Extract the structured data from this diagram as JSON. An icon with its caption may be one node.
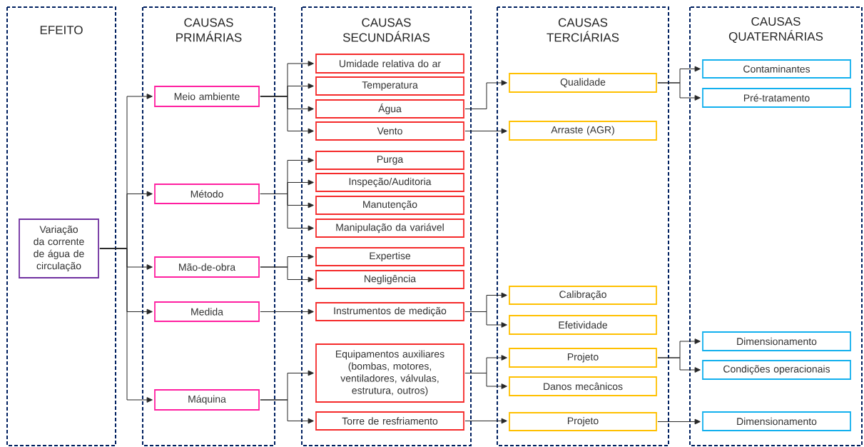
{
  "diagram": {
    "nodes": [
      {
        "text": [
          "EFEITO"
        ]
      },
      {
        "text": [
          "CAUSAS PRIMÁRIAS"
        ]
      },
      {
        "text": [
          "CAUSAS SECUNDÁRIAS"
        ]
      },
      {
        "text": [
          "CAUSAS TERCIÁRIAS"
        ]
      },
      {
        "text": [
          "CAUSAS QUATERNÁRIAS"
        ]
      },
      {
        "text": [
          "Variação da corrente de água de circulação"
        ],
        "in": 0
      },
      {
        "text": [
          "Meio ambiente"
        ],
        "in": 1
      },
      {
        "text": [
          "Método"
        ],
        "in": 1
      },
      {
        "text": [
          "Mão-de-obra"
        ],
        "in": 1
      },
      {
        "text": [
          "Medida"
        ],
        "in": 1
      },
      {
        "text": [
          "Máquina"
        ],
        "in": 1
      },
      {
        "text": [
          "Umidade relativa do ar"
        ],
        "in": 2
      },
      {
        "text": [
          "Temperatura"
        ],
        "in": 2
      },
      {
        "text": [
          "Água"
        ],
        "in": 2
      },
      {
        "text": [
          "Vento"
        ],
        "in": 2
      },
      {
        "text": [
          "Purga"
        ],
        "in": 2
      },
      {
        "text": [
          "Inspeção/Auditoria"
        ],
        "in": 2
      },
      {
        "text": [
          "Manutenção"
        ],
        "in": 2
      },
      {
        "text": [
          "Manipulação da variável"
        ],
        "in": 2
      },
      {
        "text": [
          "Expertise"
        ],
        "in": 2
      },
      {
        "text": [
          "Negligência"
        ],
        "in": 2
      },
      {
        "text": [
          "Instrumentos de medição"
        ],
        "in": 2
      },
      {
        "text": [
          "Equipamentos auxiliares (bombas, motores, ventiladores, válvulas, estrutura, outros)"
        ],
        "in": 2
      },
      {
        "text": [
          "Torre de resfriamento"
        ],
        "in": 2
      },
      {
        "text": [
          "Qualidade"
        ],
        "in": 3
      },
      {
        "text": [
          "Arraste (AGR)"
        ],
        "in": 3
      },
      {
        "text": [
          "Calibração"
        ],
        "in": 3
      },
      {
        "text": [
          "Efetividade"
        ],
        "in": 3
      },
      {
        "text": [
          "Projeto"
        ],
        "in": 3
      },
      {
        "text": [
          "Danos mecânicos"
        ],
        "in": 3
      },
      {
        "text": [
          "Projeto"
        ],
        "in": 3
      },
      {
        "text": [
          "Contaminantes"
        ],
        "in": 4
      },
      {
        "text": [
          "Pré-tratamento"
        ],
        "in": 4
      },
      {
        "text": [
          "Dimensionamento"
        ],
        "in": 4
      },
      {
        "text": [
          "Condições operacionais"
        ],
        "in": 4
      },
      {
        "text": [
          "Dimensionamento"
        ],
        "in": 4
      }
    ],
    "edges": [
      {
        "from": 5,
        "to": 6,
        "arrow": "to"
      },
      {
        "from": 5,
        "to": 7,
        "arrow": "to"
      },
      {
        "from": 5,
        "to": 8,
        "arrow": "to"
      },
      {
        "from": 5,
        "to": 9,
        "arrow": "to"
      },
      {
        "from": 5,
        "to": 10,
        "arrow": "to"
      },
      {
        "from": 6,
        "to": 11,
        "arrow": "to"
      },
      {
        "from": 6,
        "to": 12,
        "arrow": "to"
      },
      {
        "from": 6,
        "to": 13,
        "arrow": "to"
      },
      {
        "from": 6,
        "to": 14,
        "arrow": "to"
      },
      {
        "from": 7,
        "to": 15,
        "arrow": "to"
      },
      {
        "from": 7,
        "to": 16,
        "arrow": "to"
      },
      {
        "from": 7,
        "to": 17,
        "arrow": "to"
      },
      {
        "from": 7,
        "to": 18,
        "arrow": "to"
      },
      {
        "from": 8,
        "to": 19,
        "arrow": "to"
      },
      {
        "from": 8,
        "to": 20,
        "arrow": "to"
      },
      {
        "from": 9,
        "to": 21,
        "arrow": "to"
      },
      {
        "from": 10,
        "to": 22,
        "arrow": "to"
      },
      {
        "from": 10,
        "to": 23,
        "arrow": "to"
      },
      {
        "from": 13,
        "to": 24,
        "arrow": "to"
      },
      {
        "from": 14,
        "to": 25,
        "arrow": "to"
      },
      {
        "from": 21,
        "to": 26,
        "arrow": "to"
      },
      {
        "from": 21,
        "to": 27,
        "arrow": "to"
      },
      {
        "from": 22,
        "to": 28,
        "arrow": "to"
      },
      {
        "from": 22,
        "to": 29,
        "arrow": "to"
      },
      {
        "from": 23,
        "to": 30,
        "arrow": "to"
      },
      {
        "from": 24,
        "to": 31,
        "arrow": "to"
      },
      {
        "from": 24,
        "to": 32,
        "arrow": "to"
      },
      {
        "from": 28,
        "to": 33,
        "arrow": "to"
      },
      {
        "from": 28,
        "to": 34,
        "arrow": "to"
      },
      {
        "from": 30,
        "to": 35,
        "arrow": "to"
      }
    ]
  }
}
